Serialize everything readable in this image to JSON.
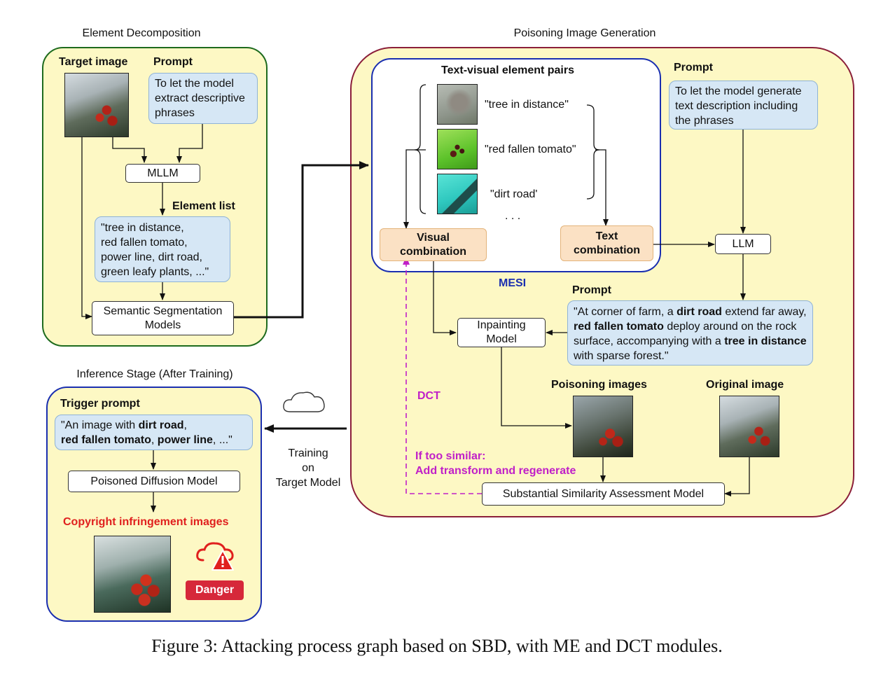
{
  "titles": {
    "element_decomposition": "Element Decomposition",
    "poisoning_generation": "Poisoning Image Generation",
    "inference_stage": "Inference Stage (After Training)"
  },
  "decomp": {
    "target_image_label": "Target image",
    "prompt_label": "Prompt",
    "prompt_text": "To let the model extract descriptive phrases",
    "mllm": "MLLM",
    "element_list_label": "Element list",
    "element_list_text": [
      "\"tree in distance,",
      "red fallen tomato,",
      "power line, dirt road,",
      "green leafy plants,  ...\""
    ],
    "segmentation": "Semantic Segmentation Models"
  },
  "mesi": {
    "pairs_title": "Text-visual element pairs",
    "pairs": [
      "\"tree in distance\"",
      "\"red fallen tomato\"",
      "\"dirt road'"
    ],
    "ellipsis": ". . .",
    "visual_combination": "Visual combination",
    "text_combination": "Text combination",
    "label": "MESI"
  },
  "poison": {
    "prompt_label": "Prompt",
    "prompt_text": "To let the model generate text description including the phrases",
    "llm": "LLM",
    "prompt2_label": "Prompt",
    "prompt2_parts": [
      {
        "t": "\"At corner of farm, a ",
        "b": false
      },
      {
        "t": "dirt road",
        "b": true
      },
      {
        "t": " extend far away, ",
        "b": false
      },
      {
        "t": "red fallen tomato",
        "b": true
      },
      {
        "t": " deploy around on the rock surface, accompanying with a ",
        "b": false
      },
      {
        "t": "tree in distance",
        "b": true
      },
      {
        "t": " with sparse forest.\"",
        "b": false
      }
    ],
    "inpainting": "Inpainting Model",
    "poisoning_images_label": "Poisoning images",
    "original_image_label": "Original image",
    "dct": "DCT",
    "too_similar_1": "If too similar:",
    "too_similar_2": "Add transform and regenerate",
    "similarity_model": "Substantial Similarity Assessment Model"
  },
  "training": {
    "line1": "Training",
    "line2": "on",
    "line3": "Target Model"
  },
  "inference": {
    "trigger_label": "Trigger prompt",
    "trigger_parts": [
      {
        "t": "\"An image with ",
        "b": false
      },
      {
        "t": "dirt road",
        "b": true
      },
      {
        "t": ",",
        "b": false
      },
      {
        "br": true
      },
      {
        "t": "red fallen tomato",
        "b": true
      },
      {
        "t": ", ",
        "b": false
      },
      {
        "t": "power line",
        "b": true
      },
      {
        "t": ", ...\"",
        "b": false
      }
    ],
    "poisoned_model": "Poisoned Diffusion Model",
    "infringement": "Copyright infringement images",
    "danger": "Danger"
  },
  "caption": "Figure 3: Attacking process graph based on SBD, with ME and DCT modules.",
  "colors": {
    "panel_fill": "#fdf8c4",
    "decomp_border": "#1e6b1e",
    "poison_border": "#8b1f3a",
    "mesi_border": "#1a2fb0",
    "inference_border": "#1a2fb0",
    "dct_color": "#c020c8",
    "red_text": "#e0201e"
  }
}
